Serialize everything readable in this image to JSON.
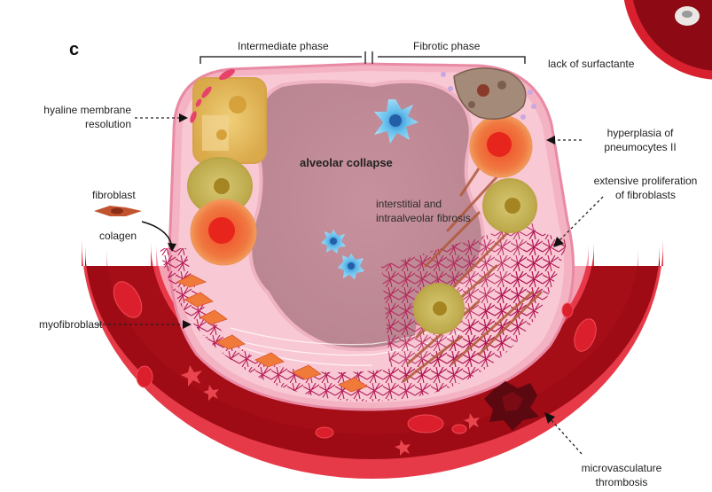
{
  "panel_letter": "c",
  "phases": {
    "intermediate": "Intermediate phase",
    "fibrotic": "Fibrotic phase"
  },
  "labels": {
    "hyaline_line1": "hyaline membrane",
    "hyaline_line2": "resolution",
    "fibroblast": "fibroblast",
    "colagen": "colagen",
    "myofibroblast": "myofibroblast",
    "lack_surfactante": "lack of surfactante",
    "hyperplasia_line1": "hyperplasia of",
    "hyperplasia_line2": "pneumocytes II",
    "extensive_line1": "extensive proliferation",
    "extensive_line2": "of fibroblasts",
    "interstitial_line1": "interstitial and",
    "interstitial_line2": "intraalveolar fibrosis",
    "alveolar_collapse": "alveolar collapse",
    "micro_line1": "microvasculature",
    "micro_line2": "thrombosis"
  },
  "colors": {
    "vessel_dark": "#9e0b14",
    "vessel_light": "#e8394a",
    "alveolus_wall": "#f6a9bd",
    "alveolus_lumen": "#c99aa5",
    "pneumocyte": "#e8c170",
    "collagen": "#b2205a",
    "macrophage": "#5fb8e6",
    "hyperplasia": "#f0502c"
  }
}
